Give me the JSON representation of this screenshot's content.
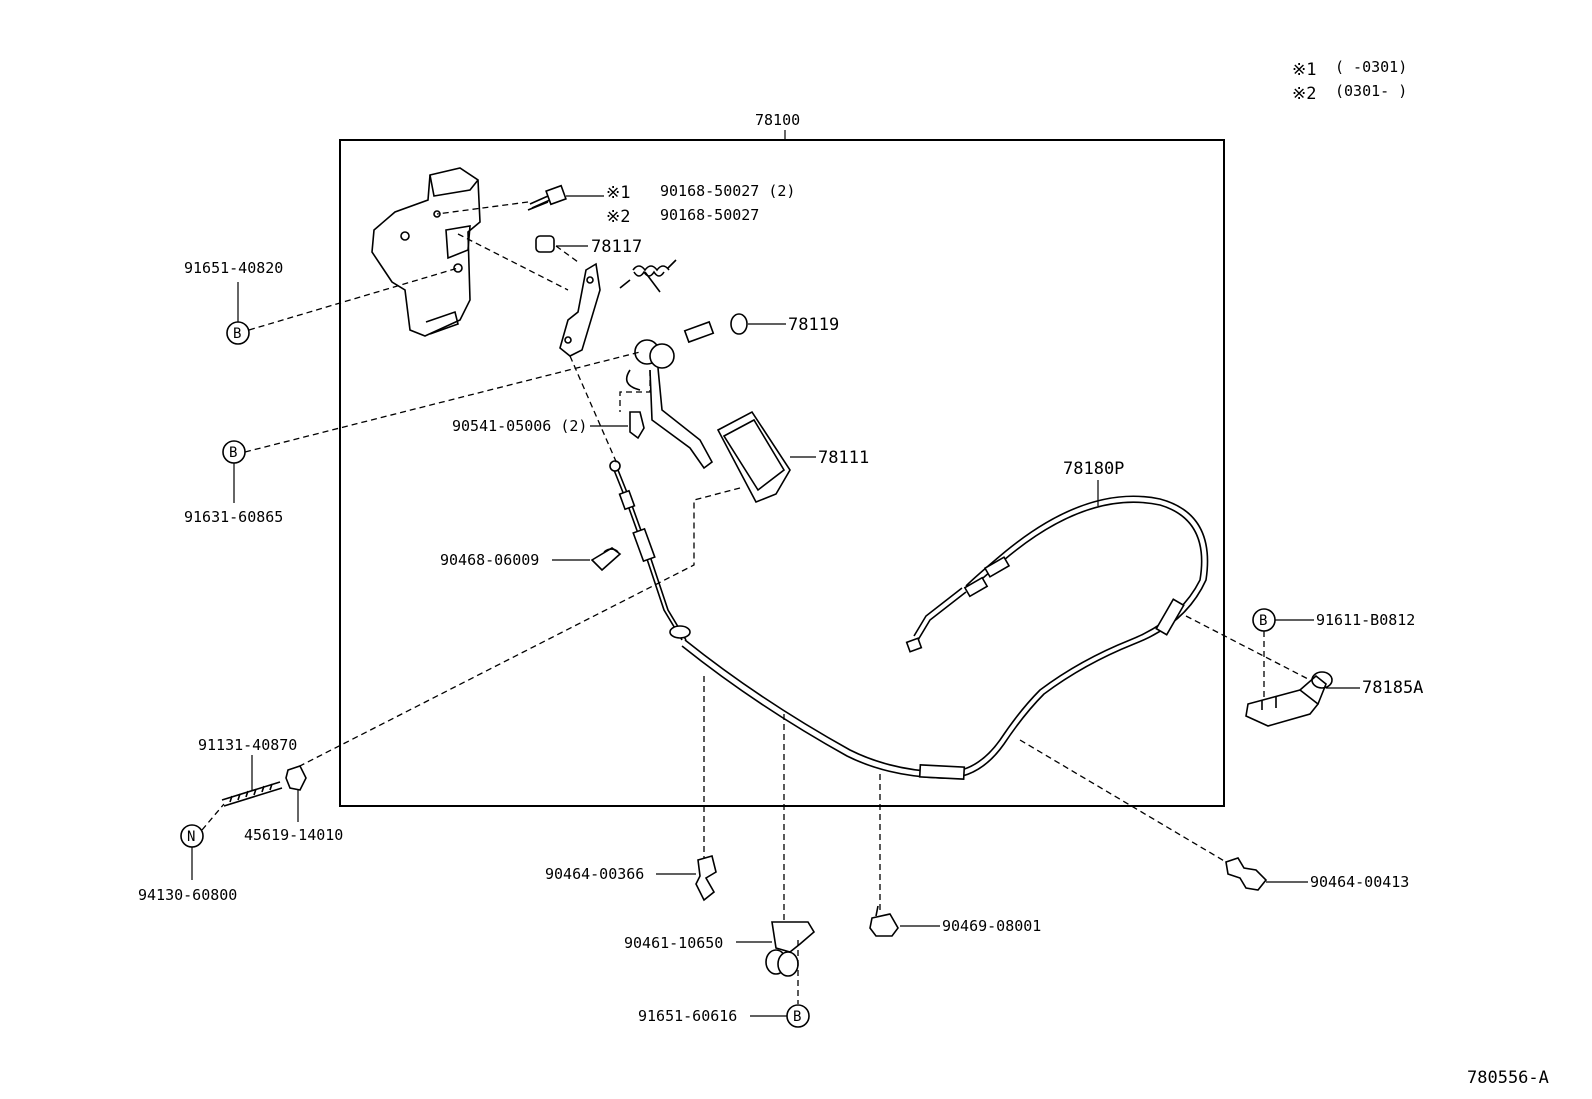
{
  "legend": {
    "line1_mark": "※1",
    "line1_range": "(      -0301)",
    "line2_mark": "※2",
    "line2_range": "(0301-      )"
  },
  "assembly": {
    "number": "78100"
  },
  "callouts": {
    "bolt_note1_mark": "※1",
    "bolt_note1_part": "90168-50027 (2)",
    "bolt_note2_mark": "※2",
    "bolt_note2_part": "90168-50027",
    "p78117": "78117",
    "p78119": "78119",
    "p90541": "90541-05006 (2)",
    "p78111": "78111",
    "p78180P": "78180P",
    "p90468": "90468-06009",
    "p91651_40820": "91651-40820",
    "p91631_60865": "91631-60865",
    "p91611_B0812": "91611-B0812",
    "p78185A": "78185A",
    "p91131_40870": "91131-40870",
    "p45619_14010": "45619-14010",
    "p94130_60800": "94130-60800",
    "p90464_00366": "90464-00366",
    "p90461_10650": "90461-10650",
    "p91651_60616": "91651-60616",
    "p90469_08001": "90469-08001",
    "p90464_00413": "90464-00413"
  },
  "markers": {
    "b": "B",
    "n": "N"
  },
  "figure_code": "780556-A"
}
